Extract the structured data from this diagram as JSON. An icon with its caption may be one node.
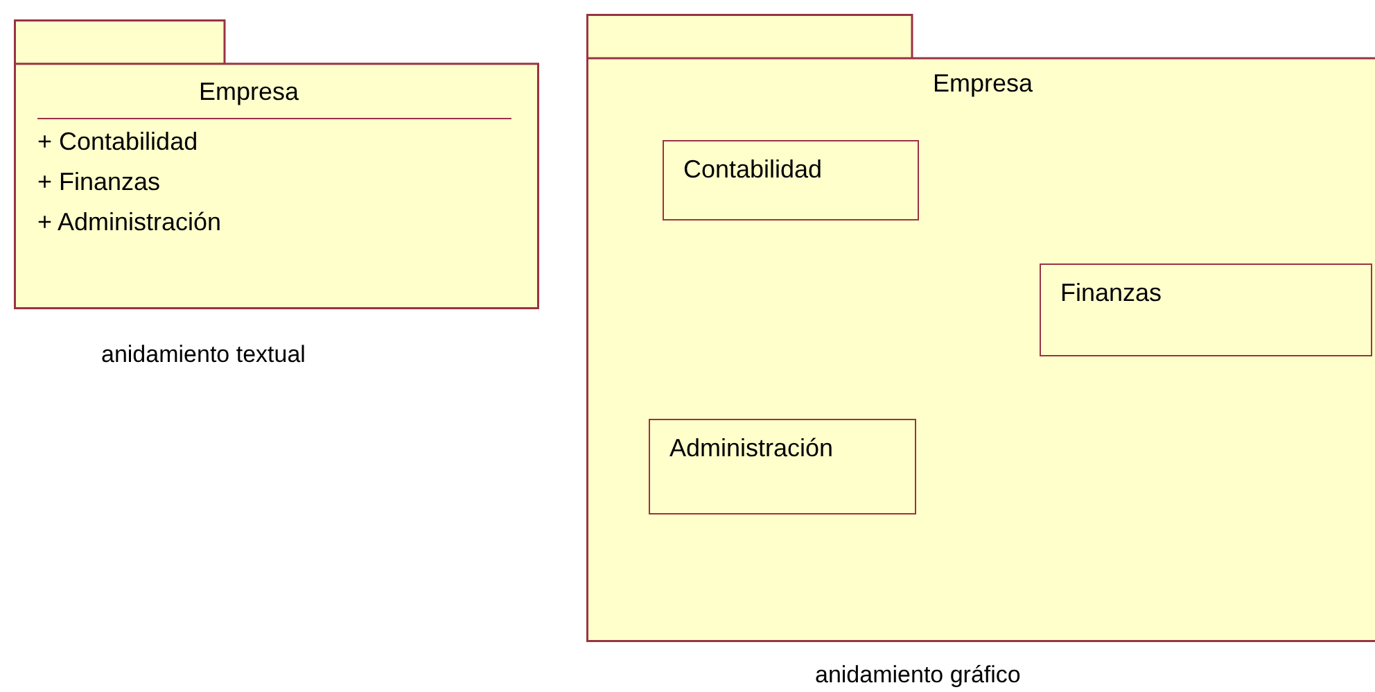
{
  "diagram": {
    "nodes": [
      {
        "text": [
          "Empresa",
          "+ Contabilidad",
          "+ Finanzas",
          "+ Administración"
        ],
        "beside": [
          "anidamiento textual"
        ]
      },
      {
        "text": [
          "Empresa"
        ],
        "beside": [
          "anidamiento gráfico"
        ]
      },
      {
        "text": [
          "Contabilidad"
        ],
        "in": 1
      },
      {
        "text": [
          "Finanzas"
        ],
        "in": 1
      },
      {
        "text": [
          "Administración"
        ],
        "in": 1
      }
    ]
  }
}
